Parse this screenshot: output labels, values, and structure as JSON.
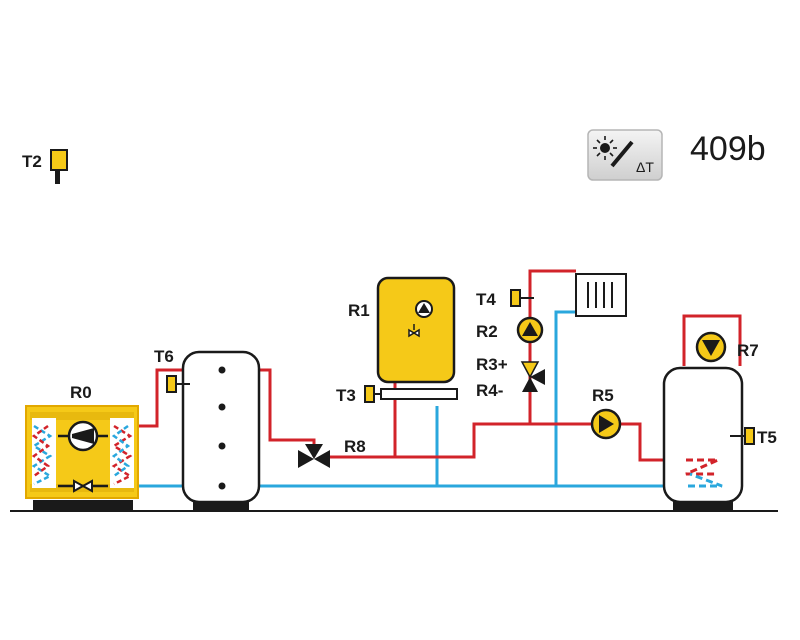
{
  "scheme": {
    "code": "409b",
    "mode_icon": "solar-delta-t-icon",
    "mode_icon_text": "ΔT"
  },
  "labels": {
    "t2": "T2",
    "r0": "R0",
    "t6": "T6",
    "r1": "R1",
    "t3": "T3",
    "r8": "R8",
    "t4": "T4",
    "r2": "R2",
    "r3": "R3+",
    "r4": "R4-",
    "r5": "R5",
    "r7": "R7",
    "t5": "T5"
  },
  "colors": {
    "hot": "#d2232a",
    "cold": "#2aa7dd",
    "device": "#f5c918",
    "device_dark": "#e2a800",
    "outline": "#1a1a1a"
  }
}
